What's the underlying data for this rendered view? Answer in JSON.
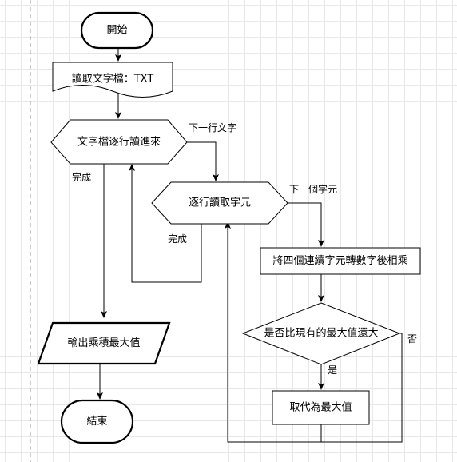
{
  "nodes": {
    "start": "開始",
    "read_file": "讀取文字檔：TXT",
    "loop_lines": "文字檔逐行讀進來",
    "loop_chars": "逐行讀取字元",
    "multiply": "將四個連續字元轉數字後相乘",
    "compare": "是否比現有的最大值還大",
    "replace": "取代為最大值",
    "output": "輸出乘積最大值",
    "end": "結束"
  },
  "edges": {
    "next_line": "下一行文字",
    "lines_done": "完成",
    "next_char": "下一個字元",
    "chars_done": "完成",
    "yes": "是",
    "no": "否"
  }
}
